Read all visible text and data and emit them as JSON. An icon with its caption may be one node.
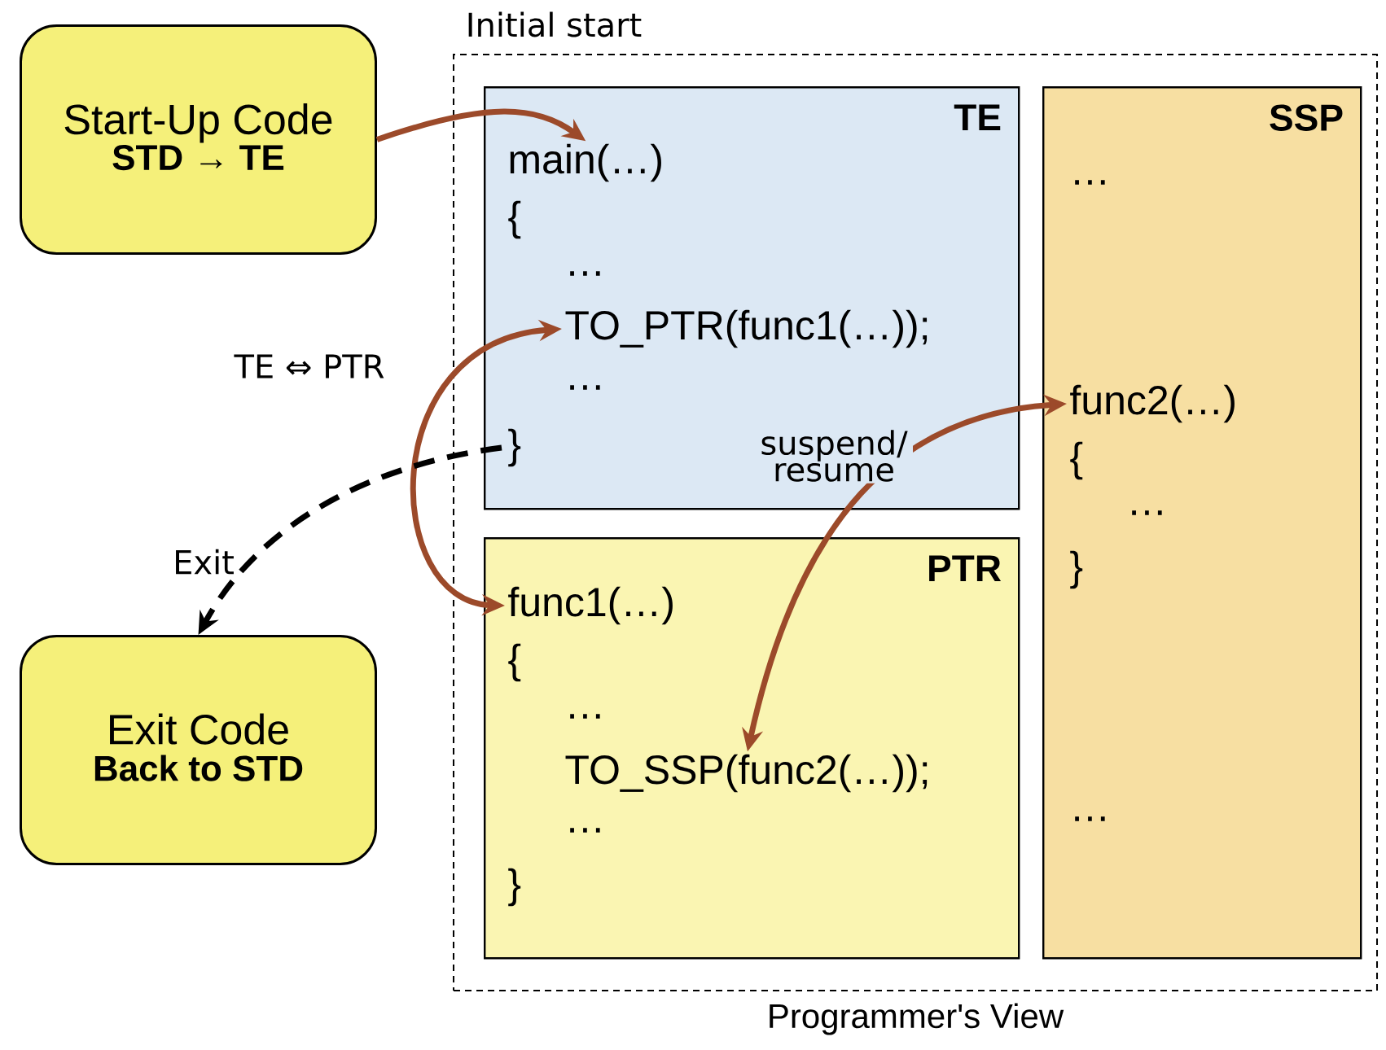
{
  "diagram": {
    "nodes": [
      {
        "text": [
          "Start-Up Code",
          "STD → TE"
        ]
      },
      {
        "text": [
          "Exit Code",
          "Back to STD"
        ]
      },
      {
        "text": [
          "Programmer's View"
        ]
      },
      {
        "text": [
          "TE"
        ],
        "in": 2
      },
      {
        "text": [
          "main(…)"
        ],
        "in": 3
      },
      {
        "text": [
          "{"
        ],
        "in": 3
      },
      {
        "text": [
          "…"
        ],
        "in": 3
      },
      {
        "text": [
          "TO_PTR(func1(…));"
        ],
        "in": 3
      },
      {
        "text": [
          "…"
        ],
        "in": 3
      },
      {
        "text": [
          "}"
        ],
        "in": 3
      },
      {
        "text": [
          "PTR"
        ],
        "in": 2
      },
      {
        "text": [
          "func1(…)"
        ],
        "in": 10
      },
      {
        "text": [
          "{"
        ],
        "in": 10
      },
      {
        "text": [
          "…"
        ],
        "in": 10
      },
      {
        "text": [
          "TO_SSP(func2(…));"
        ],
        "in": 10
      },
      {
        "text": [
          "…"
        ],
        "in": 10
      },
      {
        "text": [
          "}"
        ],
        "in": 10
      },
      {
        "text": [
          "SSP"
        ],
        "in": 2
      },
      {
        "text": [
          "…"
        ],
        "in": 17
      },
      {
        "text": [
          "func2(…)"
        ],
        "in": 17
      },
      {
        "text": [
          "{"
        ],
        "in": 17
      },
      {
        "text": [
          "…"
        ],
        "in": 17
      },
      {
        "text": [
          "}"
        ],
        "in": 17
      },
      {
        "text": [
          "…"
        ],
        "in": 17
      }
    ],
    "edges": [
      {
        "from": 0,
        "to": 4,
        "arrow": "to",
        "label": "Initial start"
      },
      {
        "from": 7,
        "to": 11,
        "arrow": "both",
        "label": "TE ⇔ PTR"
      },
      {
        "from": 9,
        "to": 1,
        "arrow": "to",
        "label": "Exit",
        "style": "dashed",
        "color": "#000000"
      },
      {
        "from": 19,
        "to": 14,
        "arrow": "both",
        "label": "suspend/ resume"
      }
    ]
  }
}
